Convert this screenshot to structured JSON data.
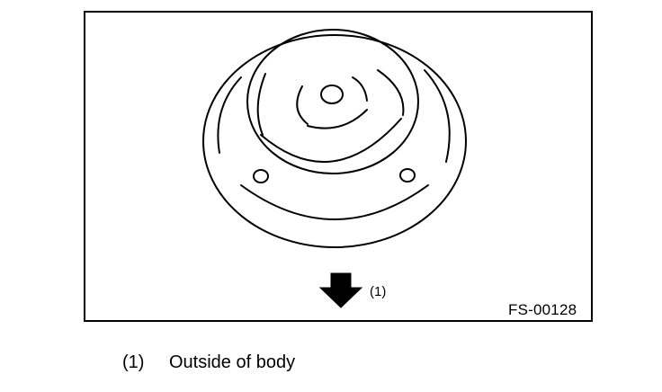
{
  "diagram": {
    "callout_label": "(1)",
    "figure_id": "FS-00128"
  },
  "legend": {
    "number": "(1)",
    "text": "Outside of body"
  },
  "colors": {
    "line": "#000000",
    "background": "#ffffff"
  }
}
